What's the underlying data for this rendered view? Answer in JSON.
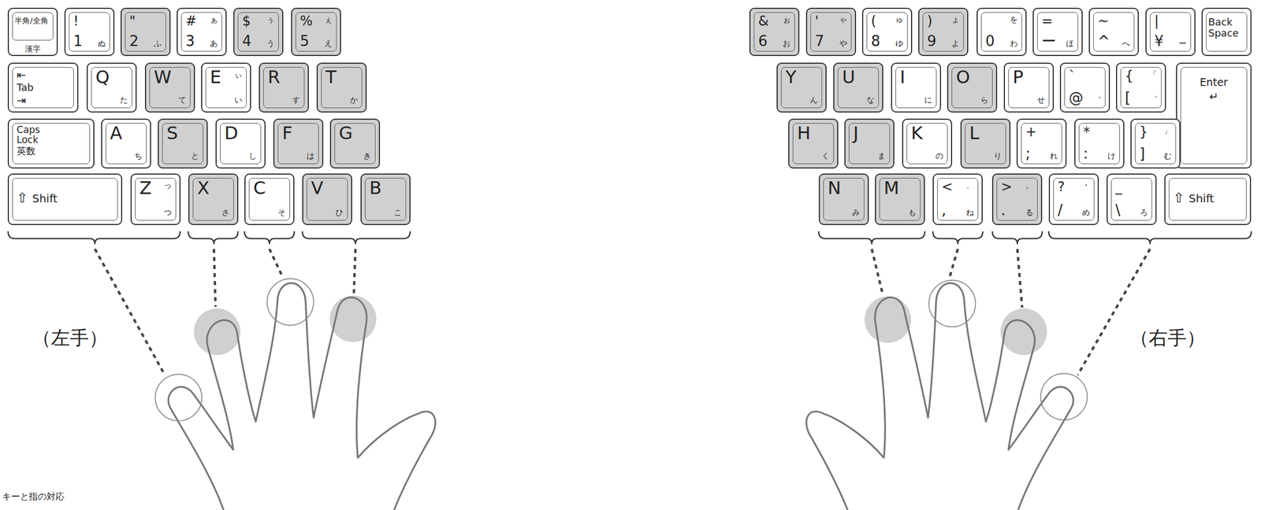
{
  "diagram": {
    "nodes": [
      {
        "text": [
          "半角/全角",
          "漢字"
        ]
      },
      {
        "text": [
          "!",
          "1",
          "ぬ"
        ]
      },
      {
        "text": [
          "\"",
          "2",
          "ふ"
        ]
      },
      {
        "text": [
          "#",
          "ぁ",
          "3",
          "あ"
        ]
      },
      {
        "text": [
          "$",
          "ぅ",
          "4",
          "う"
        ]
      },
      {
        "text": [
          "%",
          "ぇ",
          "5",
          "え"
        ]
      },
      {
        "text": [
          "⇤",
          "Tab",
          "⇥"
        ]
      },
      {
        "text": [
          "Q",
          "た"
        ]
      },
      {
        "text": [
          "W",
          "て"
        ]
      },
      {
        "text": [
          "E",
          "ぃ",
          "い"
        ]
      },
      {
        "text": [
          "R",
          "す"
        ]
      },
      {
        "text": [
          "T",
          "か"
        ]
      },
      {
        "text": [
          "Caps Lock",
          "英数"
        ]
      },
      {
        "text": [
          "A",
          "ち"
        ]
      },
      {
        "text": [
          "S",
          "と"
        ]
      },
      {
        "text": [
          "D",
          "し"
        ]
      },
      {
        "text": [
          "F",
          "は"
        ]
      },
      {
        "text": [
          "G",
          "き"
        ]
      },
      {
        "text": [
          "⇧",
          "Shift"
        ]
      },
      {
        "text": [
          "Z",
          "っ",
          "つ"
        ]
      },
      {
        "text": [
          "X",
          "さ"
        ]
      },
      {
        "text": [
          "C",
          "そ"
        ]
      },
      {
        "text": [
          "V",
          "ひ"
        ]
      },
      {
        "text": [
          "B",
          "こ"
        ]
      },
      {
        "text": [
          "&",
          "ぉ",
          "6",
          "お"
        ]
      },
      {
        "text": [
          "'",
          "ゃ",
          "7",
          "や"
        ]
      },
      {
        "text": [
          "(",
          "ゅ",
          "8",
          "ゆ"
        ]
      },
      {
        "text": [
          ")",
          "ょ",
          "9",
          "よ"
        ]
      },
      {
        "text": [
          "を",
          "0",
          "わ"
        ]
      },
      {
        "text": [
          "=",
          "ー",
          "ほ"
        ]
      },
      {
        "text": [
          "~",
          "^",
          "へ"
        ]
      },
      {
        "text": [
          "|",
          "¥",
          "ー"
        ]
      },
      {
        "text": [
          "Back Space"
        ]
      },
      {
        "text": [
          "Y",
          "ん"
        ]
      },
      {
        "text": [
          "U",
          "な"
        ]
      },
      {
        "text": [
          "I",
          "に"
        ]
      },
      {
        "text": [
          "O",
          "ら"
        ]
      },
      {
        "text": [
          "P",
          "せ"
        ]
      },
      {
        "text": [
          "`",
          "@",
          "゛"
        ]
      },
      {
        "text": [
          "{",
          "「",
          "[",
          "゜"
        ]
      },
      {
        "text": [
          "Enter",
          "↵"
        ]
      },
      {
        "text": [
          "H",
          "く"
        ]
      },
      {
        "text": [
          "J",
          "ま"
        ]
      },
      {
        "text": [
          "K",
          "の"
        ]
      },
      {
        "text": [
          "L",
          "り"
        ]
      },
      {
        "text": [
          "+",
          ";",
          "れ"
        ]
      },
      {
        "text": [
          "*",
          ":",
          "け"
        ]
      },
      {
        "text": [
          "}",
          "」",
          "]",
          "む"
        ]
      },
      {
        "text": [
          "N",
          "み"
        ]
      },
      {
        "text": [
          "M",
          "も"
        ]
      },
      {
        "text": [
          "<",
          "、",
          ",",
          "ね"
        ]
      },
      {
        "text": [
          ">",
          "。",
          ".",
          "る"
        ]
      },
      {
        "text": [
          "?",
          "・",
          "/",
          "め"
        ]
      },
      {
        "text": [
          "_",
          "\\",
          "ろ"
        ]
      },
      {
        "text": [
          "⇧",
          "Shift"
        ]
      }
    ],
    "labels": [
      "（左手）",
      "（右手）",
      "キーと指の対応"
    ]
  }
}
